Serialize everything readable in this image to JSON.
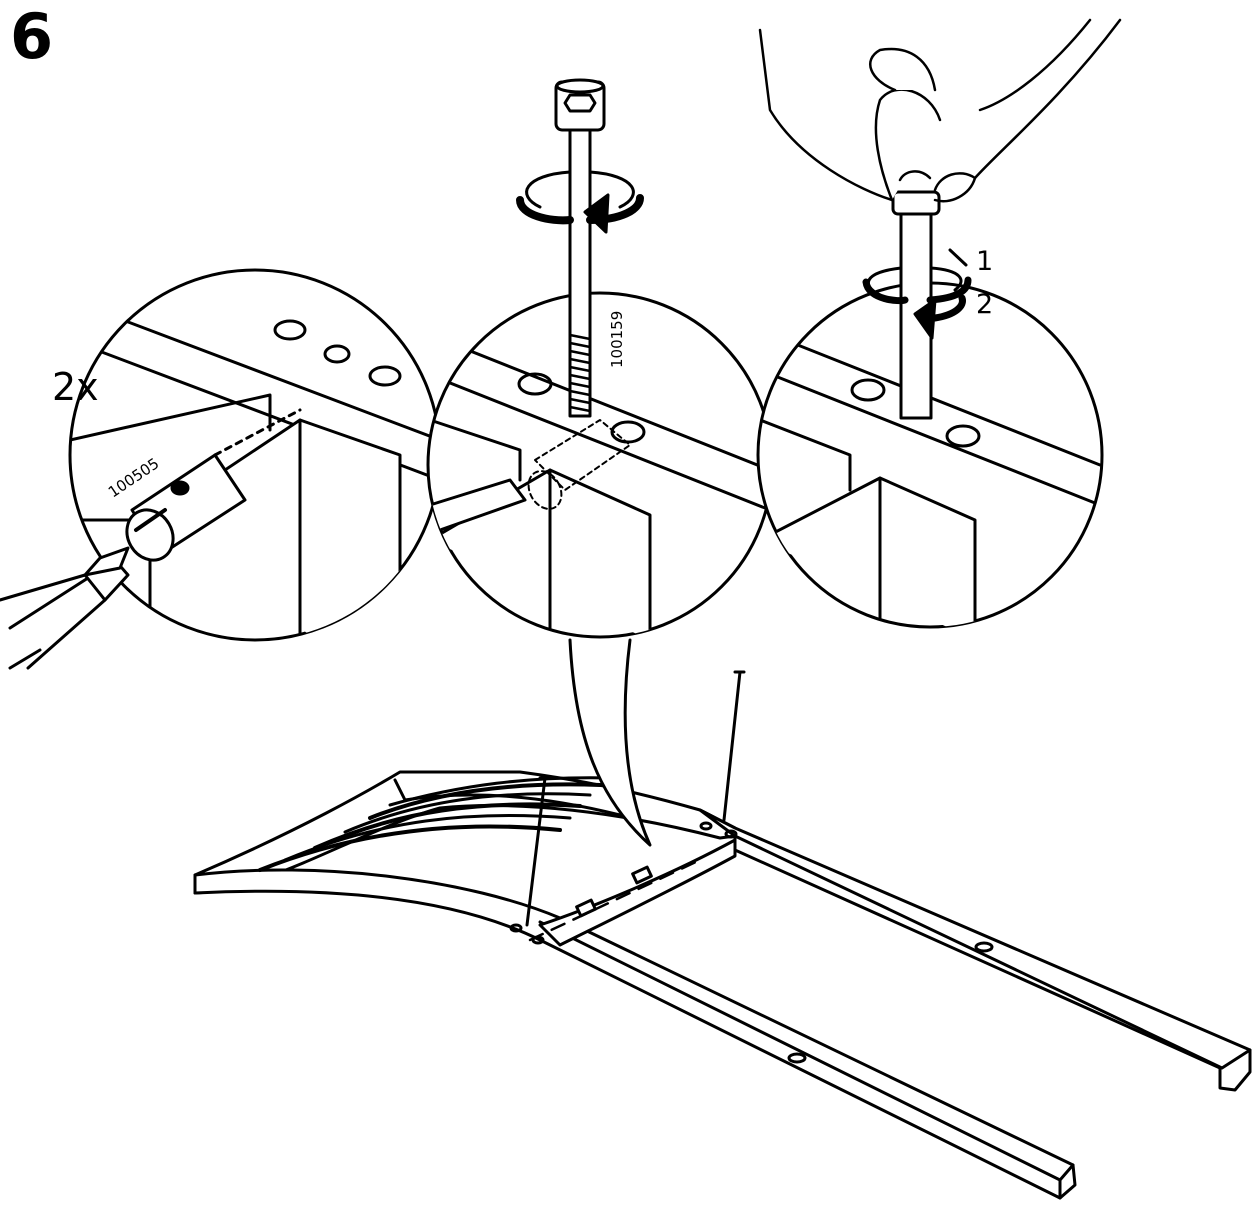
{
  "step": {
    "number": "6"
  },
  "quantity": {
    "label": "2x"
  },
  "parts": {
    "cam_barrel_nut": "100505",
    "bolt": "100159"
  },
  "rotation_steps": [
    "1",
    "2"
  ],
  "colors": {
    "line": "#000000",
    "background": "#ffffff"
  },
  "icons": [
    "hand-icon",
    "hex-key-icon",
    "screwdriver-icon",
    "rotation-arrow-icon"
  ]
}
